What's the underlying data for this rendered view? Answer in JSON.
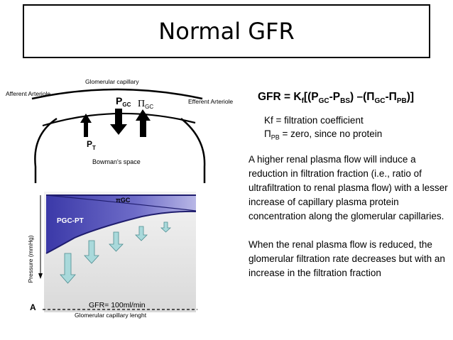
{
  "slide": {
    "title": "Normal GFR"
  },
  "diagram": {
    "glomerular_capillary": "Glomerular capillary",
    "afferent_arteriole": "Afferent Arteriole",
    "efferent_arteriole": "Efferent Arteriole",
    "p_gc_main": "P",
    "p_gc_sub": "GC",
    "pi_gc_main": "Π",
    "pi_gc_sub": "GC",
    "p_t_main": "P",
    "p_t_sub": "T",
    "bowmans_space": "Bowman's space",
    "y_axis_label": "Pressure (mmHg)",
    "pi_gc_curve_label": "πGC",
    "p_gc_pt_label": "PGC-PT",
    "gfr_value": "GFR= 100ml/min",
    "x_axis_label": "Glomerular capillary lenght",
    "panel_letter": "A"
  },
  "text": {
    "formula": {
      "lhs": "GFR = K",
      "kf_sub": "f",
      "p1": "[(P",
      "gc1": "GC",
      "minus1": "-P",
      "bs": "BS",
      "mid": ") –(Π",
      "gc2": "GC",
      "minus2": "-Π",
      "pb": "PB",
      "end": ")]"
    },
    "def1": "Kf = filtration coefficient",
    "def2_pi": "Π",
    "def2_sub": "PB",
    "def2_rest": " = zero, since no protein",
    "para1": "A higher renal plasma flow will induce a reduction in filtration fraction (i.e., ratio of ultrafiltration to renal plasma flow) with a lesser increase of capillary plasma protein concentration along the glomerular capillaries.",
    "para2": "When the renal plasma flow is reduced, the glomerular filtration rate decreases but with an increase in the filtration fraction"
  }
}
